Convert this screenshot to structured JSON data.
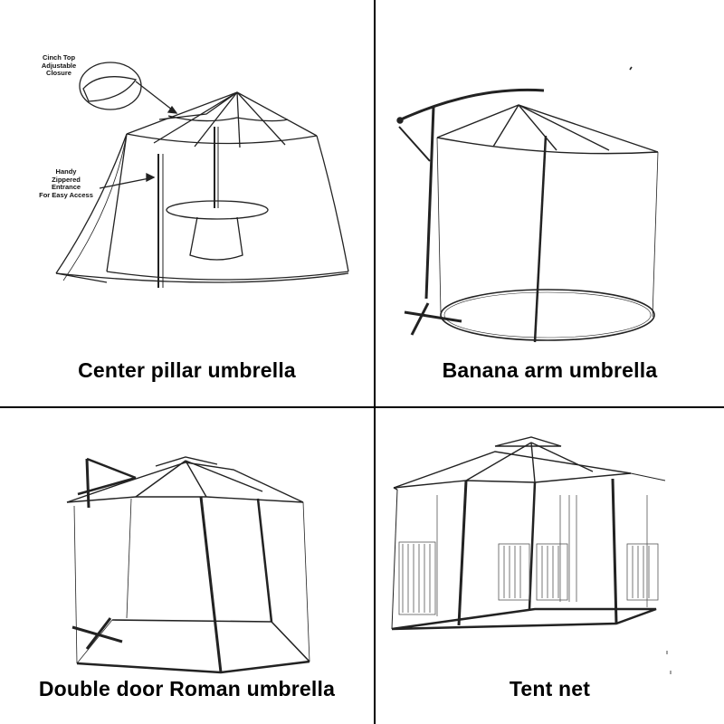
{
  "panels": [
    {
      "caption": "Center pillar umbrella",
      "callouts": {
        "cinch_top": [
          "Cinch Top",
          "Adjustable",
          "Closure"
        ],
        "zipper": [
          "Handy",
          "Zippered",
          "Entrance",
          "For Easy Access"
        ]
      }
    },
    {
      "caption": "Banana arm umbrella"
    },
    {
      "caption": "Double door Roman umbrella"
    },
    {
      "caption": "Tent net"
    }
  ]
}
